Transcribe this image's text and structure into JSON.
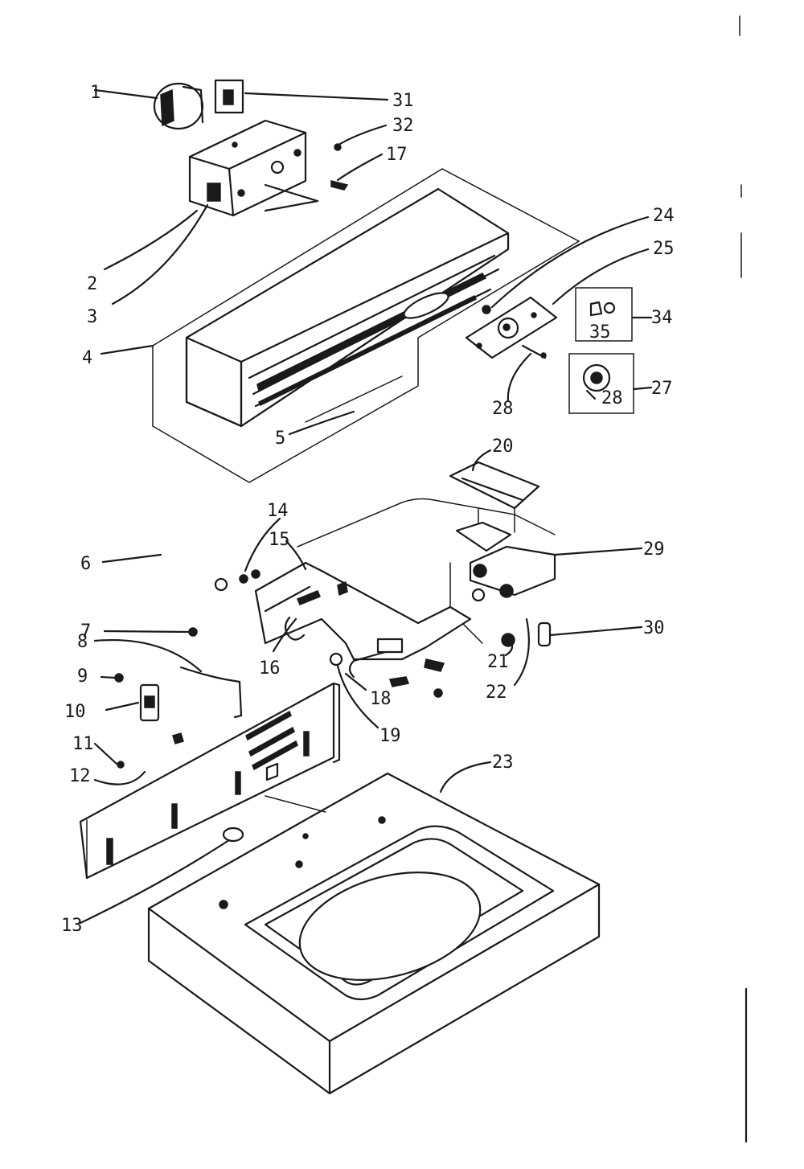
{
  "diagram": {
    "callouts": {
      "c1": "1",
      "c2": "2",
      "c3": "3",
      "c4": "4",
      "c5": "5",
      "c6": "6",
      "c7": "7",
      "c8": "8",
      "c9": "9",
      "c10": "10",
      "c11": "11",
      "c12": "12",
      "c13": "13",
      "c14": "14",
      "c15": "15",
      "c16": "16",
      "c17": "17",
      "c18": "18",
      "c19": "19",
      "c20": "20",
      "c21": "21",
      "c22": "22",
      "c23": "23",
      "c24": "24",
      "c25": "25",
      "c27": "27",
      "c28a": "28",
      "c28b": "28",
      "c29": "29",
      "c30": "30",
      "c31": "31",
      "c32": "32",
      "c34": "34",
      "c35": "35"
    }
  }
}
